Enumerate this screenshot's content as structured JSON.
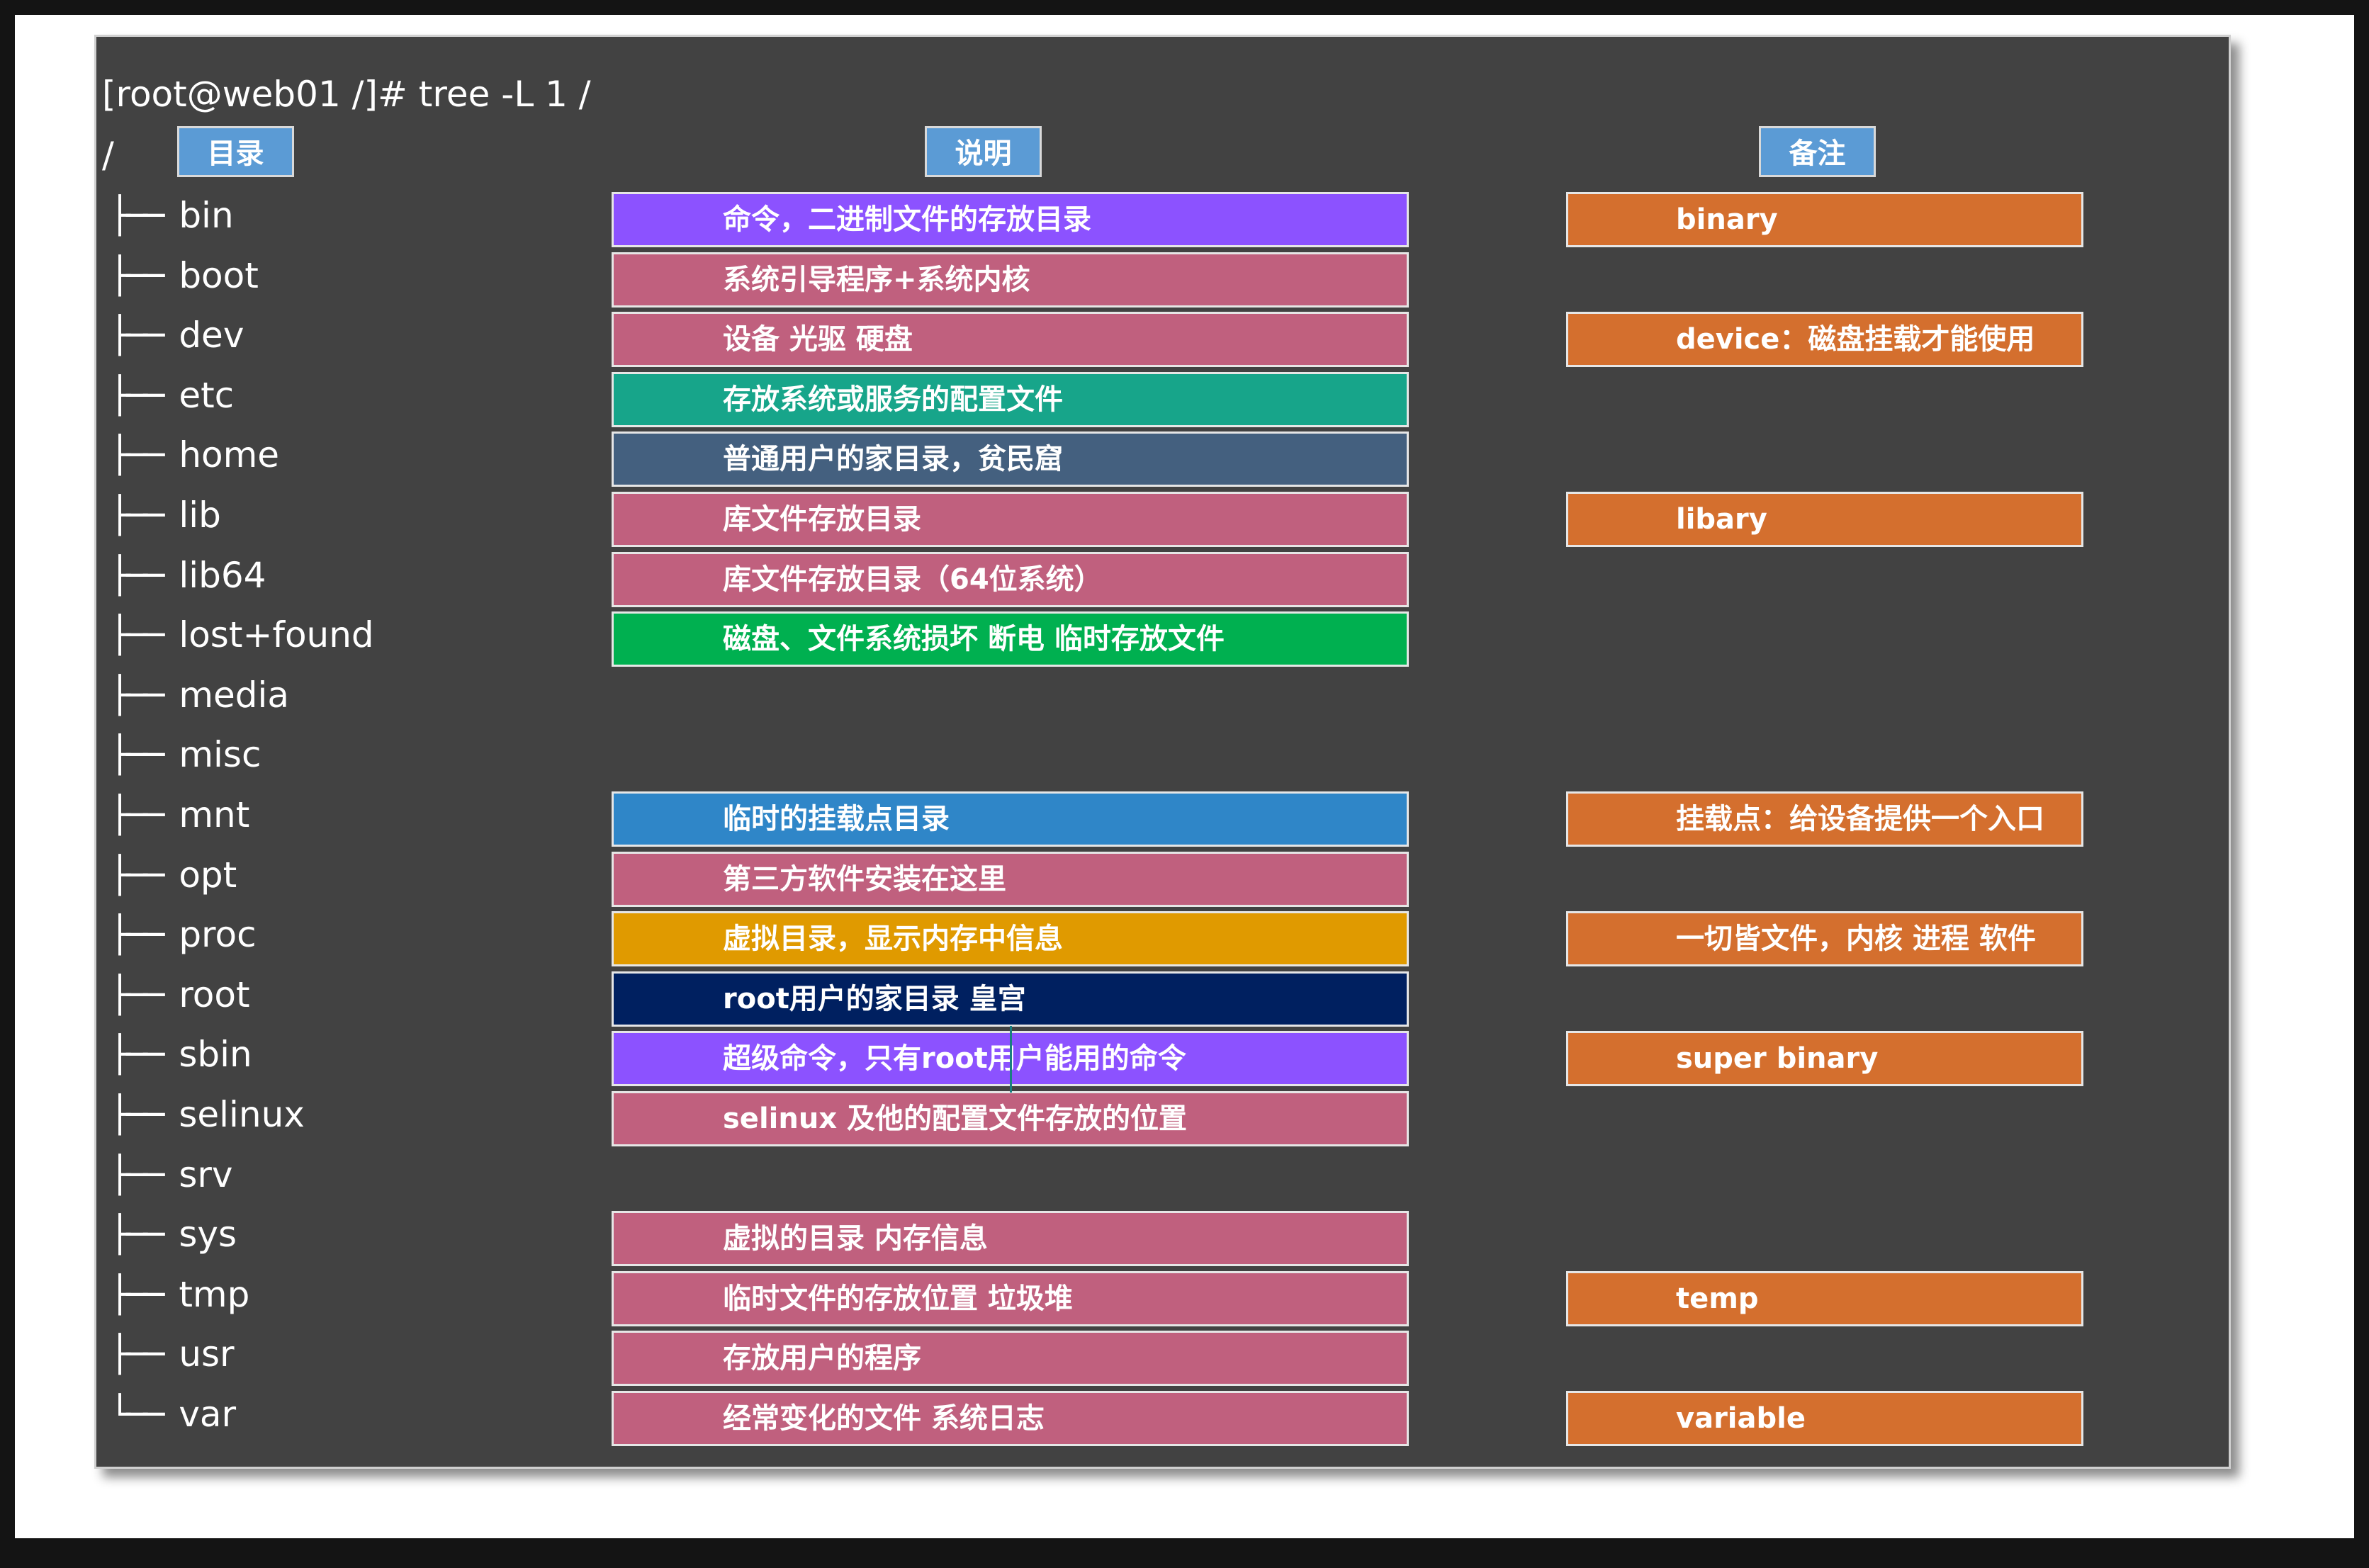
{
  "command": "[root@web01 /]# tree -L 1 /",
  "root": "/",
  "headers": {
    "dir": "目录",
    "desc": "说明",
    "note": "备注"
  },
  "branch_mid": "├──",
  "branch_last": "└──",
  "colors": {
    "pink": "#c0607e",
    "purple": "#8c52ff",
    "teal": "#17a58a",
    "slate": "#44607f",
    "green": "#00b050",
    "blue": "#2f86c8",
    "amber": "#e09a00",
    "navy": "#002060",
    "note": "#d46f2e",
    "header": "#5b9bd5",
    "panel": "#424242"
  },
  "rows": [
    {
      "dir": "bin",
      "desc": "命令，二进制文件的存放目录",
      "color": "#8c52ff",
      "note": "binary"
    },
    {
      "dir": "boot",
      "desc": "系统引导程序+系统内核",
      "color": "#c0607e",
      "note": ""
    },
    {
      "dir": "dev",
      "desc": "设备 光驱 硬盘",
      "color": "#c0607e",
      "note": "device：磁盘挂载才能使用"
    },
    {
      "dir": "etc",
      "desc": "存放系统或服务的配置文件",
      "color": "#17a58a",
      "note": ""
    },
    {
      "dir": "home",
      "desc": "普通用户的家目录，贫民窟",
      "color": "#44607f",
      "note": ""
    },
    {
      "dir": "lib",
      "desc": "库文件存放目录",
      "color": "#c0607e",
      "note": "libary"
    },
    {
      "dir": "lib64",
      "desc": "库文件存放目录（64位系统）",
      "color": "#c0607e",
      "note": ""
    },
    {
      "dir": "lost+found",
      "desc": "磁盘、文件系统损坏 断电 临时存放文件",
      "color": "#00b050",
      "note": ""
    },
    {
      "dir": "media",
      "desc": "",
      "color": "",
      "note": ""
    },
    {
      "dir": "misc",
      "desc": "",
      "color": "",
      "note": ""
    },
    {
      "dir": "mnt",
      "desc": "临时的挂载点目录",
      "color": "#2f86c8",
      "note": "挂载点：给设备提供一个入口"
    },
    {
      "dir": "opt",
      "desc": "第三方软件安装在这里",
      "color": "#c0607e",
      "note": ""
    },
    {
      "dir": "proc",
      "desc": "虚拟目录，显示内存中信息",
      "color": "#e09a00",
      "note": "一切皆文件，内核 进程 软件"
    },
    {
      "dir": "root",
      "desc": "root用户的家目录 皇宫",
      "color": "#002060",
      "note": ""
    },
    {
      "dir": "sbin",
      "desc": "超级命令，只有root用户能用的命令",
      "color": "#8c52ff",
      "note": "super  binary"
    },
    {
      "dir": "selinux",
      "desc": "selinux 及他的配置文件存放的位置",
      "color": "#c0607e",
      "note": ""
    },
    {
      "dir": "srv",
      "desc": "",
      "color": "",
      "note": ""
    },
    {
      "dir": "sys",
      "desc": "虚拟的目录 内存信息",
      "color": "#c0607e",
      "note": ""
    },
    {
      "dir": "tmp",
      "desc": "临时文件的存放位置 垃圾堆",
      "color": "#c0607e",
      "note": "temp"
    },
    {
      "dir": "usr",
      "desc": "存放用户的程序",
      "color": "#c0607e",
      "note": ""
    },
    {
      "dir": "var",
      "desc": "经常变化的文件 系统日志",
      "color": "#c0607e",
      "note": "variable"
    }
  ]
}
